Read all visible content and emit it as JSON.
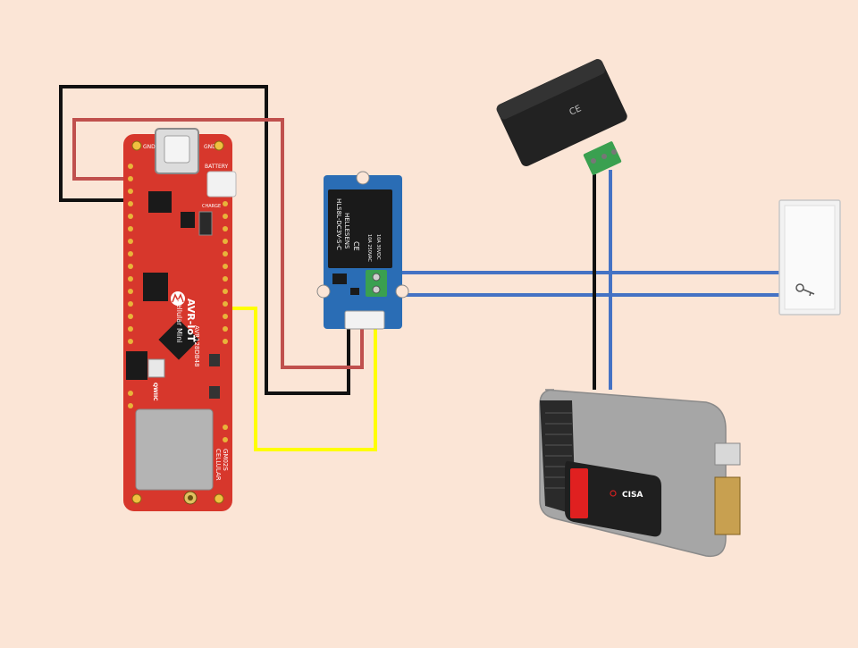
{
  "canvas": {
    "background": "#fbe5d6"
  },
  "colors": {
    "wire_black": "#111111",
    "wire_red": "#c0504d",
    "wire_yellow": "#ffff00",
    "wire_blue": "#4472c4",
    "board_red": "#d7372c",
    "relay_blue": "#2a6db5",
    "psu_black": "#222222",
    "terminal_green": "#3aa050",
    "lock_grey": "#a6a6a6",
    "lock_red": "#e02020"
  },
  "board": {
    "brand_line1": "AVR-IoT",
    "brand_line2": "Cellular Mini",
    "mcu": "AVR128DB48",
    "module_line1": "GM02S",
    "module_line2": "CELLULAR",
    "battery": "BATTERY",
    "charge": "CHARGE",
    "gnd_left": "GND",
    "gnd_right": "GND",
    "qwiic": "QWIIC",
    "icons": [
      "microchip-logo-icon",
      "antenna-connector-icon"
    ]
  },
  "relay": {
    "brand": "HELLESENS",
    "model": "HLS8L-DC3V-S-C",
    "rating1": "10A 250VAC",
    "rating2": "10A 30VDC",
    "icons": [
      "ce-mark-icon"
    ]
  },
  "psu": {
    "icons": [
      "ce-mark-icon",
      "terminal-block-icon"
    ]
  },
  "pushbutton": {
    "icons": [
      "key-icon"
    ]
  },
  "lock": {
    "brand": "CISA",
    "icons": [
      "keyhole-icon"
    ]
  }
}
